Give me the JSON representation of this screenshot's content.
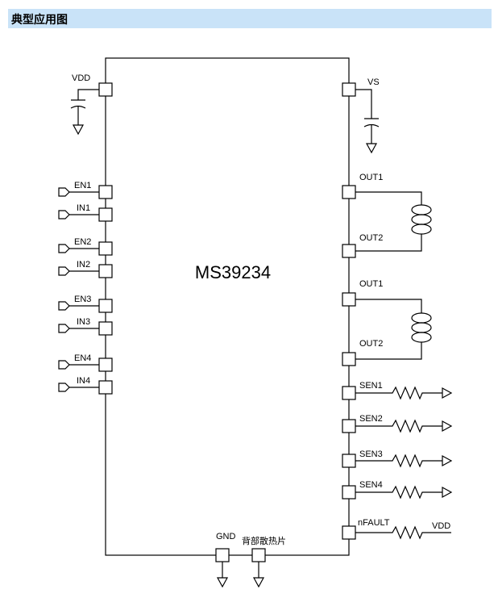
{
  "header": {
    "title": "典型应用图"
  },
  "chip": {
    "name": "MS39234"
  },
  "left_pins": {
    "vdd": "VDD",
    "en1": "EN1",
    "in1": "IN1",
    "en2": "EN2",
    "in2": "IN2",
    "en3": "EN3",
    "in3": "IN3",
    "en4": "EN4",
    "in4": "IN4"
  },
  "right_pins": {
    "vs": "VS",
    "out1_a": "OUT1",
    "out2_a": "OUT2",
    "out1_b": "OUT1",
    "out2_b": "OUT2",
    "sen1": "SEN1",
    "sen2": "SEN2",
    "sen3": "SEN3",
    "sen4": "SEN4",
    "nfault": "nFAULT",
    "vdd_pullup": "VDD"
  },
  "bottom_pins": {
    "gnd": "GND",
    "thermal_pad": "背部散热片"
  }
}
